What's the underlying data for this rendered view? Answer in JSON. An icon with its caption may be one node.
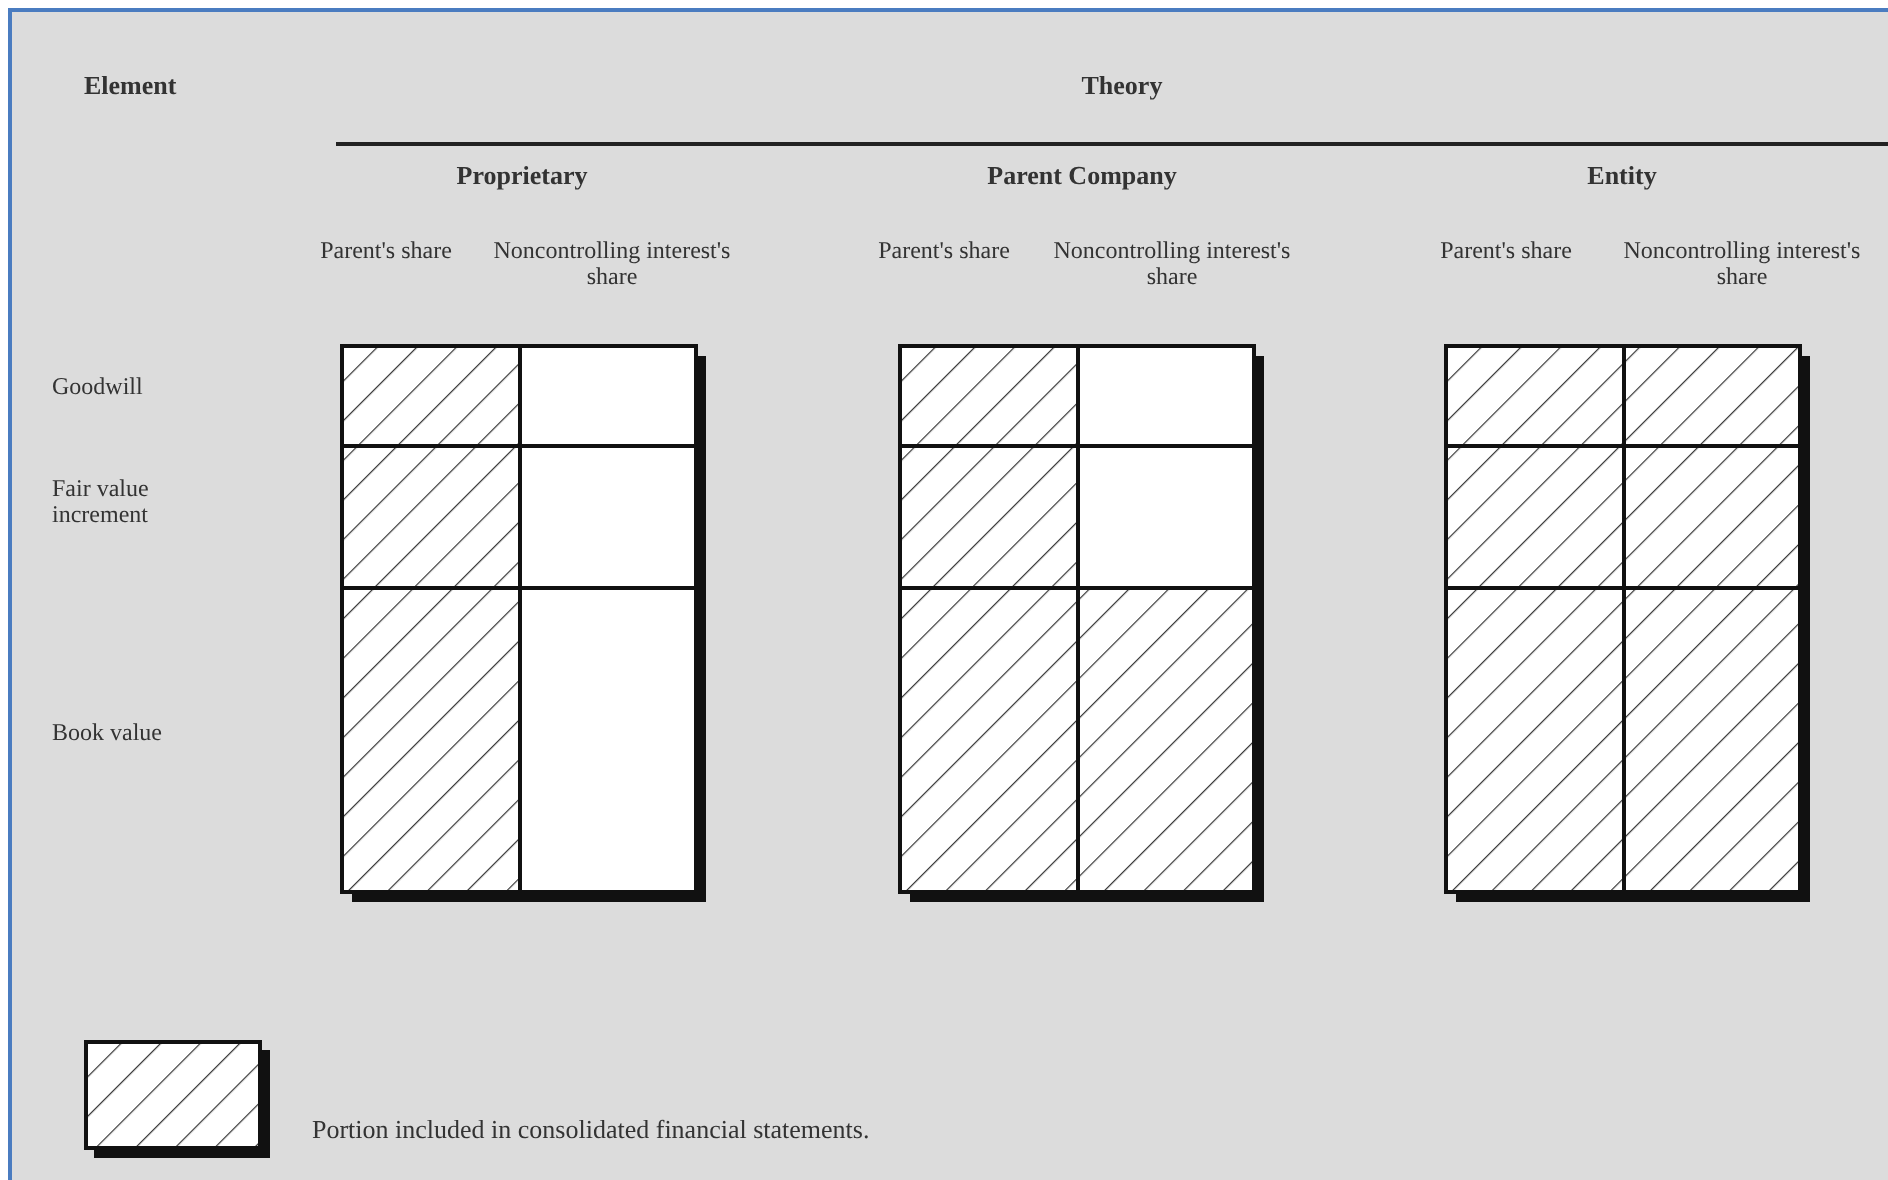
{
  "diagram": {
    "labels": [
      "Element",
      "Theory",
      "Proprietary",
      "Parent Company",
      "Entity",
      "Parent's share",
      "Noncontrolling interest's share",
      "Parent's share",
      "Noncontrolling interest's share",
      "Parent's share",
      "Noncontrolling interest's share",
      "Goodwill",
      "Fair value increment",
      "Book value"
    ],
    "legend": [
      {
        "text": "Portion included in consolidated financial statements."
      }
    ]
  }
}
